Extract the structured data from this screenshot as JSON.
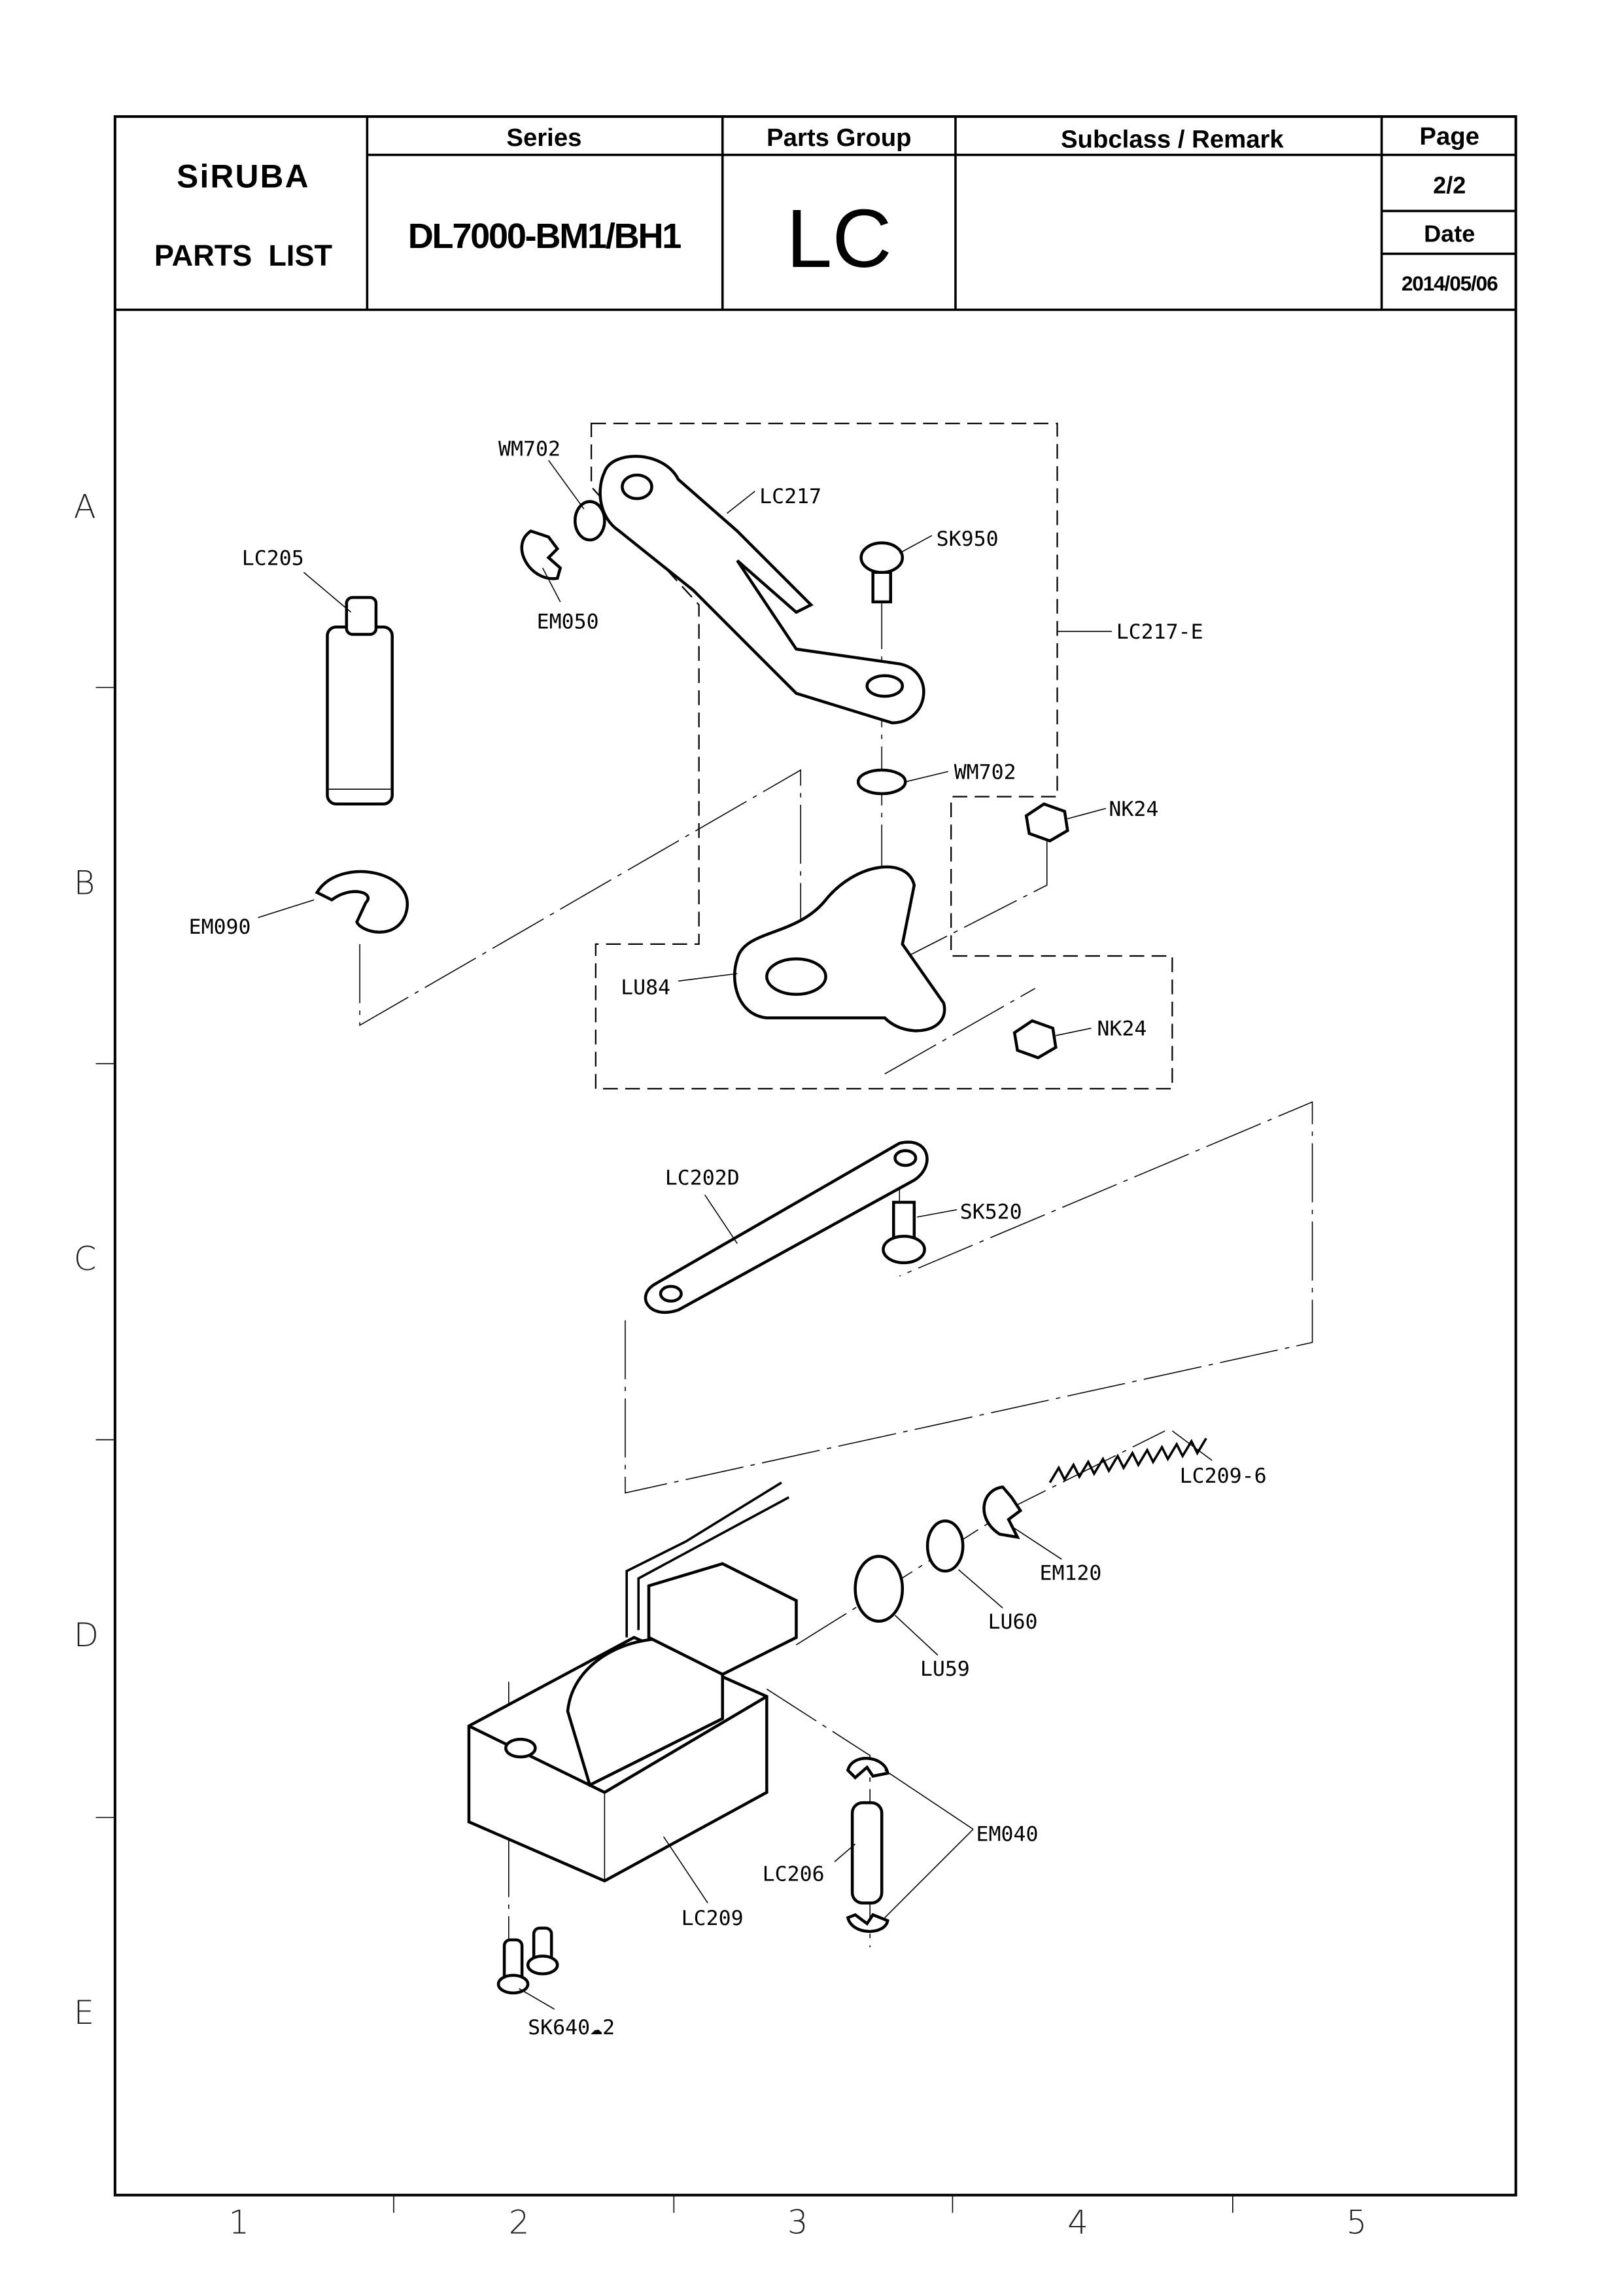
{
  "header": {
    "brand": "SiRUBA",
    "doc_type": "PARTS  LIST",
    "series_label": "Series",
    "series_value": "DL7000-BM1/BH1",
    "parts_group_label": "Parts Group",
    "parts_group_value": "LC",
    "subclass_label": "Subclass / Remark",
    "subclass_value": "",
    "page_label": "Page",
    "page_value": "2/2",
    "date_label": "Date",
    "date_value": "2014/05/06"
  },
  "grid": {
    "rows": [
      "A",
      "B",
      "C",
      "D",
      "E"
    ],
    "cols": [
      "1",
      "2",
      "3",
      "4",
      "5"
    ]
  },
  "parts": {
    "wm702_top": "WM702",
    "lc217": "LC217",
    "sk950": "SK950",
    "lc205": "LC205",
    "em050": "EM050",
    "lc217e": "LC217-E",
    "wm702_mid": "WM702",
    "nk24_top": "NK24",
    "em090": "EM090",
    "lu84": "LU84",
    "nk24_bottom": "NK24",
    "lc202d": "LC202D",
    "sk520": "SK520",
    "lc2096": "LC209-6",
    "em120": "EM120",
    "lu60": "LU60",
    "lu59": "LU59",
    "em040": "EM040",
    "lc206": "LC206",
    "lc209": "LC209",
    "sk640": "SK640☁2"
  }
}
